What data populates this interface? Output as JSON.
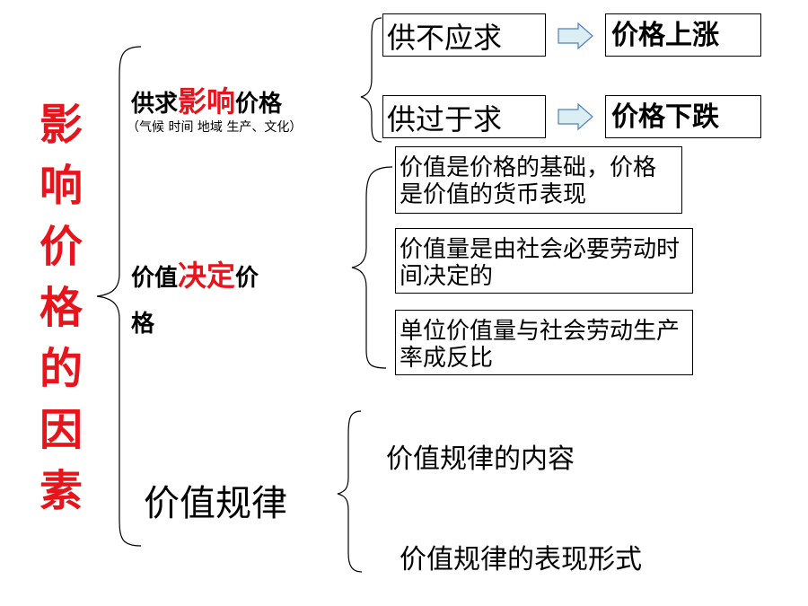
{
  "title": "影\n响\n价\n格\n的\n因\n素",
  "branch1": {
    "label_a": "供求",
    "label_red": "影响",
    "label_b": "价格",
    "note": "（气候 时间 地域 生产、文化）",
    "case1": {
      "condition": "供不应求",
      "result": "价格上涨"
    },
    "case2": {
      "condition": "供过于求",
      "result": "价格下跌"
    }
  },
  "branch2": {
    "label_a": "价值",
    "label_red": "决定",
    "label_b": "价",
    "label_c": "格",
    "points": [
      "价值是价格的基础，价格是价值的货币表现",
      "价值量是由社会必要劳动时间决定的",
      "单位价值量与社会劳动生产率成反比"
    ]
  },
  "branch3": {
    "label": "价值规律",
    "items": [
      "价值规律的内容",
      "价值规律的表现形式"
    ]
  },
  "colors": {
    "accent_red": "#e8141b",
    "arrow_fill": "#dbeef3",
    "arrow_stroke": "#4f81bd"
  }
}
